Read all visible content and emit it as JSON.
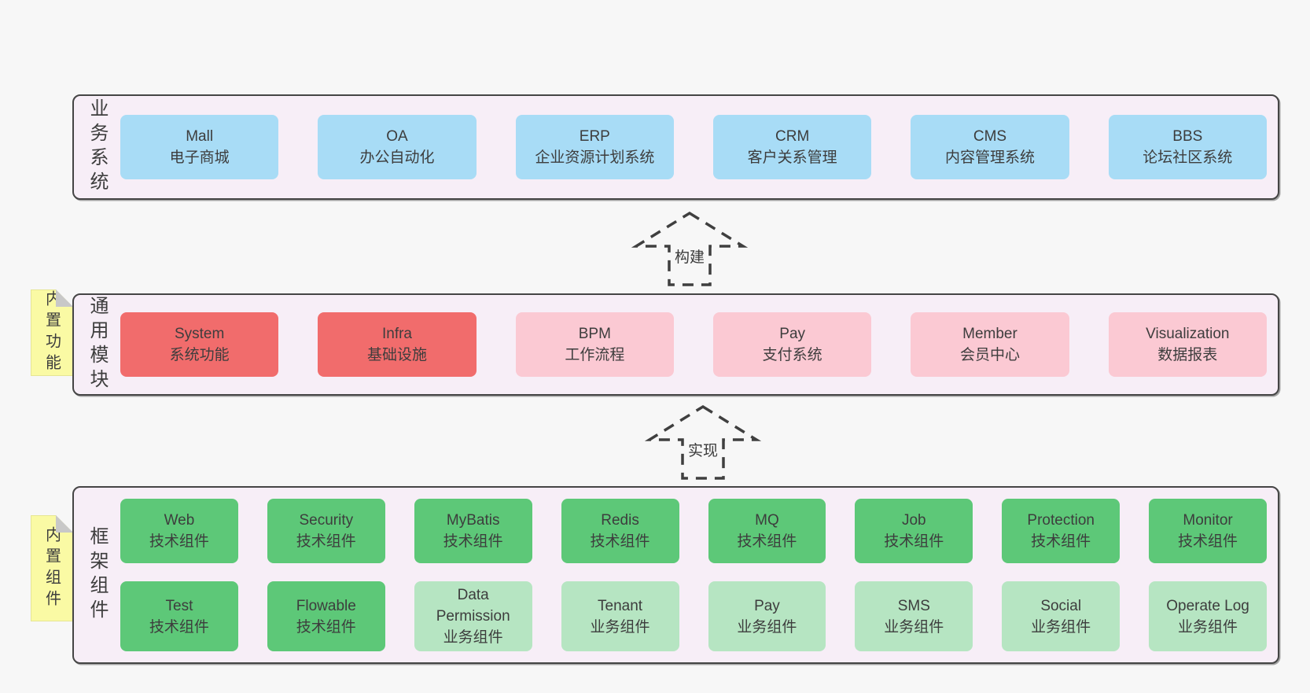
{
  "colors": {
    "page_bg": "#f7f7f7",
    "section_bg": "#f7eef7",
    "section_border": "#454545",
    "blue": "#a8dcf6",
    "red": "#f16c6c",
    "pink": "#fbc9d3",
    "green": "#5dc878",
    "green_light": "#b6e5c2",
    "tab_yellow": "#fafaa4",
    "fold_gray": "#c8c8c8",
    "text": "#3d3d3d",
    "arrow_dash": "#3f3f3f"
  },
  "business": {
    "side_label": "业务系统",
    "items": [
      {
        "name": "Mall",
        "desc": "电子商城"
      },
      {
        "name": "OA",
        "desc": "办公自动化"
      },
      {
        "name": "ERP",
        "desc": "企业资源计划系统"
      },
      {
        "name": "CRM",
        "desc": "客户关系管理"
      },
      {
        "name": "CMS",
        "desc": "内容管理系统"
      },
      {
        "name": "BBS",
        "desc": "论坛社区系统"
      }
    ]
  },
  "arrows": {
    "build": "构建",
    "implement": "实现"
  },
  "modules": {
    "side_label": "通用模块",
    "sticky_tab": "内置功能",
    "items": [
      {
        "name": "System",
        "desc": "系统功能"
      },
      {
        "name": "Infra",
        "desc": "基础设施"
      },
      {
        "name": "BPM",
        "desc": "工作流程"
      },
      {
        "name": "Pay",
        "desc": "支付系统"
      },
      {
        "name": "Member",
        "desc": "会员中心"
      },
      {
        "name": "Visualization",
        "desc": "数据报表"
      }
    ]
  },
  "framework": {
    "side_label": "框架组件",
    "sticky_tab": "内置组件",
    "row1": [
      {
        "name": "Web",
        "desc": "技术组件"
      },
      {
        "name": "Security",
        "desc": "技术组件"
      },
      {
        "name": "MyBatis",
        "desc": "技术组件"
      },
      {
        "name": "Redis",
        "desc": "技术组件"
      },
      {
        "name": "MQ",
        "desc": "技术组件"
      },
      {
        "name": "Job",
        "desc": "技术组件"
      },
      {
        "name": "Protection",
        "desc": "技术组件"
      },
      {
        "name": "Monitor",
        "desc": "技术组件"
      }
    ],
    "row2": [
      {
        "name": "Test",
        "desc": "技术组件"
      },
      {
        "name": "Flowable",
        "desc": "技术组件"
      },
      {
        "name": "Data Permission",
        "desc": "业务组件"
      },
      {
        "name": "Tenant",
        "desc": "业务组件"
      },
      {
        "name": "Pay",
        "desc": "业务组件"
      },
      {
        "name": "SMS",
        "desc": "业务组件"
      },
      {
        "name": "Social",
        "desc": "业务组件"
      },
      {
        "name": "Operate Log",
        "desc": "业务组件"
      }
    ]
  }
}
